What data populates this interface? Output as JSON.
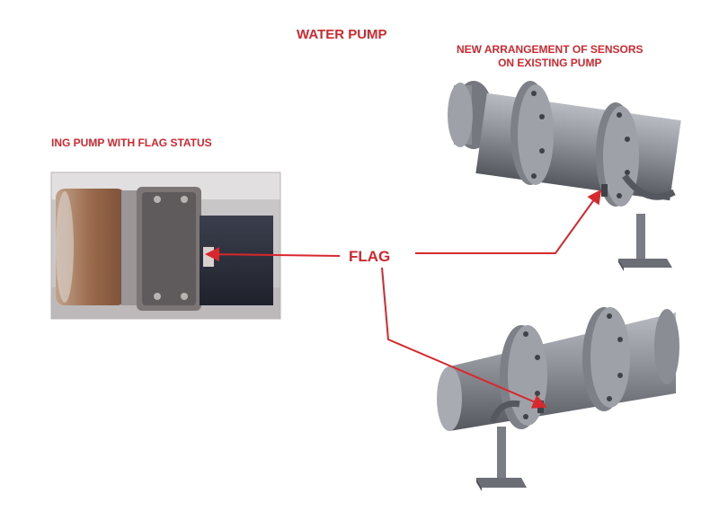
{
  "title": "WATER PUMP",
  "labels": {
    "new_arrangement_line1": "NEW ARRANGEMENT OF SENSORS",
    "new_arrangement_line2": "ON EXISTING PUMP",
    "existing_pump": "ING PUMP WITH FLAG STATUS",
    "flag": "FLAG"
  },
  "colors": {
    "label_red": "#d0282e",
    "pointer_red": "#d9272e",
    "metal_grey": "#8a8d93",
    "metal_dark": "#5c5f66",
    "photo_copper": "#a97a5a",
    "photo_dark": "#2b2e3a"
  }
}
